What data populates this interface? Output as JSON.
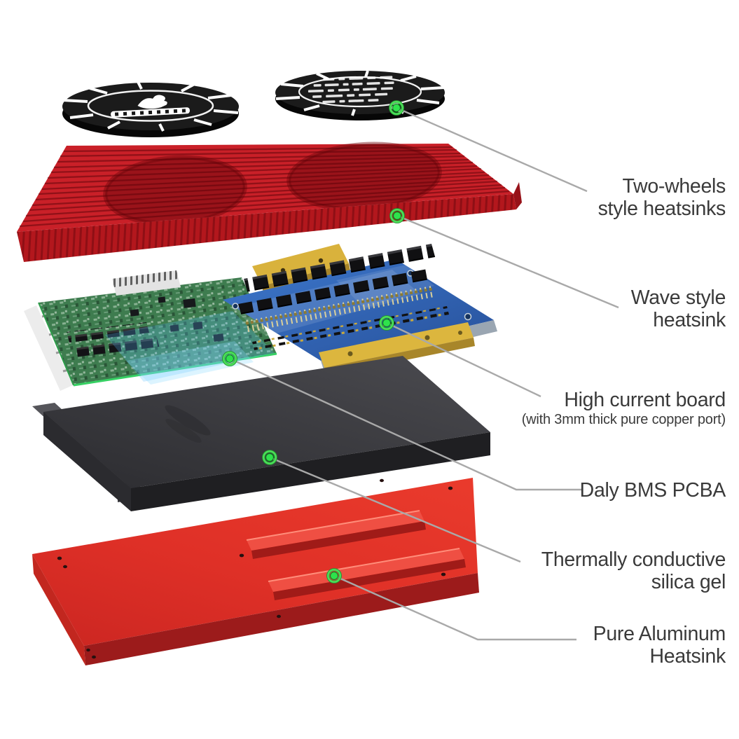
{
  "figure": {
    "type": "exploded-view product diagram",
    "background": "#ffffff"
  },
  "labels": {
    "two_wheels": {
      "line1": "Two-wheels",
      "line2": "style heatsinks"
    },
    "wave": {
      "line1": "Wave style",
      "line2": "heatsink"
    },
    "high_current": {
      "line1": "High current board",
      "line2": "(with 3mm thick pure copper port)"
    },
    "daly": {
      "line1": "Daly BMS PCBA"
    },
    "silica": {
      "line1": "Thermally conductive",
      "line2": "silica gel"
    },
    "aluminum": {
      "line1": "Pure Aluminum",
      "line2": "Heatsink"
    }
  },
  "callouts": {
    "marker_count": 6,
    "marker_color": "#2fe24c",
    "marker_ring_color": "#23902f",
    "leader_line_color": "#a9a9a9",
    "label_text_color": "#3a3a3a"
  },
  "palette": {
    "wave_heatsink_red": "#c92028",
    "aluminum_plate_red": "#e23226",
    "pcb_green": "#3e7c4f",
    "board_blue": "#2d63b0",
    "copper_port_yellow": "#d9b23c",
    "silica_gel_black": "#37373b",
    "wheel_disc_black": "#1b1b1b"
  }
}
